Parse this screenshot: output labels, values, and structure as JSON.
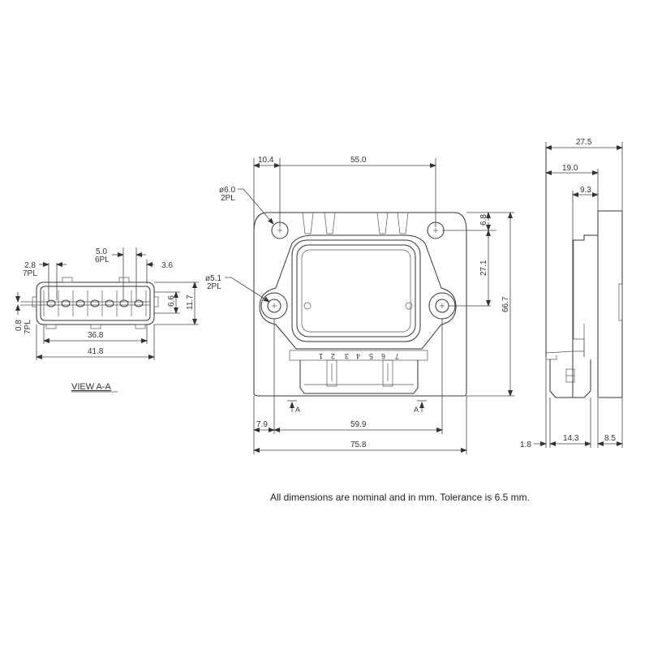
{
  "view_aa": {
    "title": "VIEW A-A",
    "dims": {
      "pin_width": "2.8",
      "pin_width_qty": "7PL",
      "pitch": "5.0",
      "pitch_qty": "6PL",
      "edge": "3.6",
      "pin_thickness": "0.8",
      "pin_thickness_qty": "7PL",
      "inner_height": "6.6",
      "outer_height": "11.7",
      "inner_width": "36.8",
      "outer_width": "41.8"
    }
  },
  "front_view": {
    "dims": {
      "hole_offset": "10.4",
      "hole_spacing": "55.0",
      "upper_hole_dia": "ø6.0",
      "upper_hole_qty": "2PL",
      "lower_hole_dia": "ø5.1",
      "lower_hole_qty": "2PL",
      "top_to_upper_hole": "6.8",
      "upper_to_lower_hole": "27.1",
      "overall_height": "66.7",
      "left_margin": "7.9",
      "lower_hole_spacing": "59.9",
      "overall_width": "75.8"
    },
    "pin_numbers": [
      "1",
      "2",
      "3",
      "4",
      "5",
      "6",
      "7"
    ],
    "section_marker": "A"
  },
  "side_view": {
    "dims": {
      "overall_depth": "27.5",
      "depth_2": "19.0",
      "depth_3": "9.3",
      "flange": "1.8",
      "connector": "14.3",
      "body": "8.5"
    }
  },
  "footer": {
    "note": "All dimensions are nominal and in mm.  Tolerance is 6.5 mm."
  }
}
